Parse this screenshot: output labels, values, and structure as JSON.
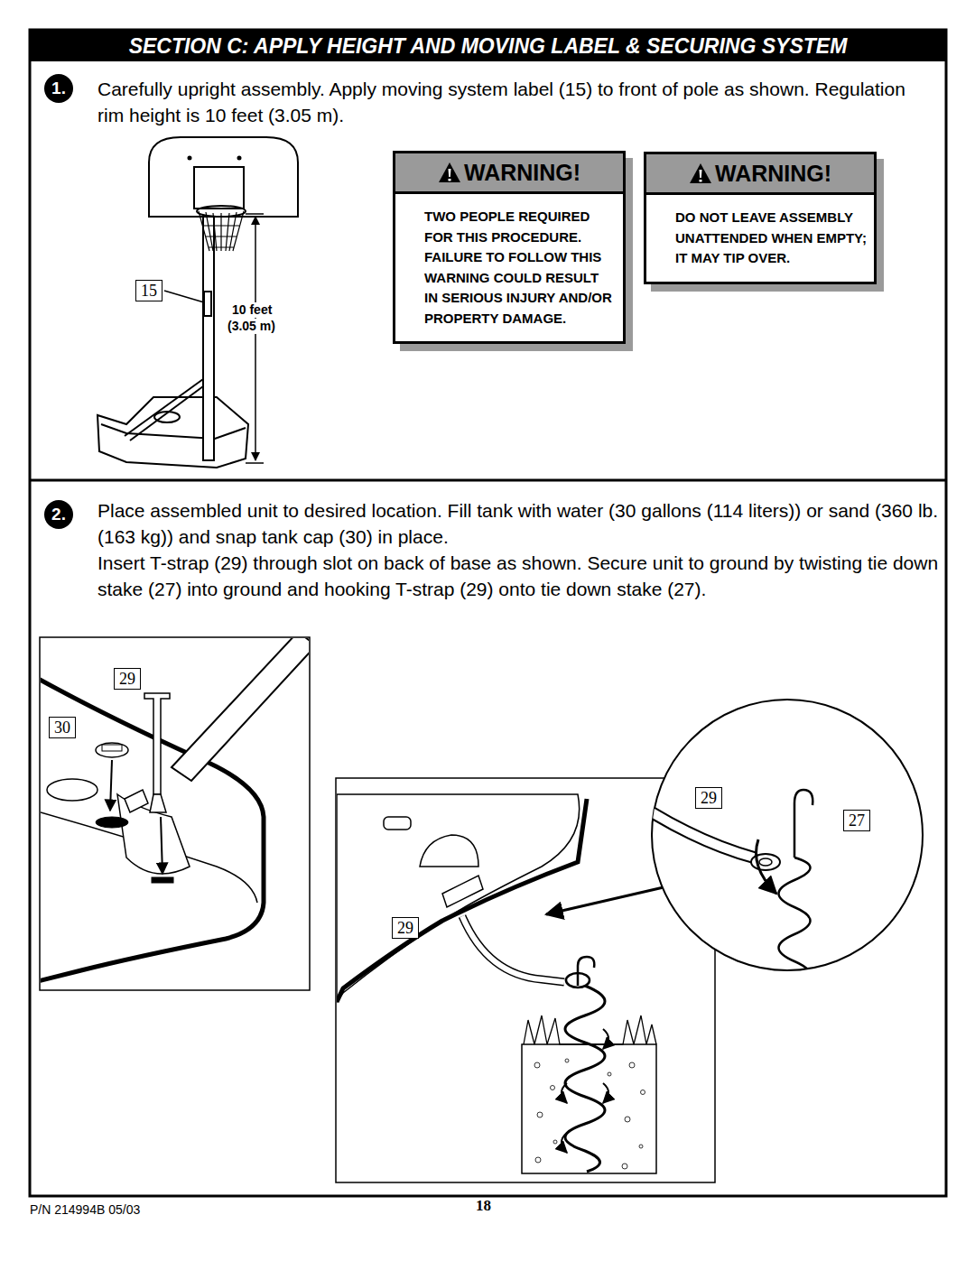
{
  "diagram": {
    "title": "SECTION C: APPLY HEIGHT AND MOVING LABEL & SECURING SYSTEM",
    "nodes": [
      {
        "text": [
          "1."
        ]
      },
      {
        "text": [
          "WARNING!",
          "TWO PEOPLE REQUIRED FOR THIS PROCEDURE. FAILURE TO FOLLOW THIS WARNING COULD RESULT IN SERIOUS INJURY AND/OR PROPERTY DAMAGE."
        ]
      },
      {
        "text": [
          "WARNING!",
          "DO NOT LEAVE ASSEMBLY UNATTENDED WHEN EMPTY; IT MAY TIP OVER."
        ]
      },
      {
        "text": [
          "15"
        ]
      },
      {
        "text": [
          "2."
        ]
      },
      {
        "text": [
          "29"
        ]
      },
      {
        "text": [
          "30"
        ]
      },
      {
        "text": [
          "29"
        ]
      },
      {
        "text": [
          "29"
        ]
      },
      {
        "text": [
          "27"
        ]
      }
    ],
    "labels": [
      "Carefully upright assembly. Apply moving system label (15) to front of pole as shown. Regulation rim height is 10 feet (3.05 m).",
      "10 feet",
      "(3.05 m)",
      "Place assembled unit to desired location.  Fill tank with water (30 gallons (114 liters)) or sand (360 lb. (163 kg)) and snap tank cap (30) in place.",
      "Insert T-strap (29) through slot on back of base as shown. Secure unit to ground by twisting tie down stake (27) into ground and hooking T-strap (29) onto tie down stake (27).",
      "P/N 214994B 05/03",
      "18"
    ]
  }
}
